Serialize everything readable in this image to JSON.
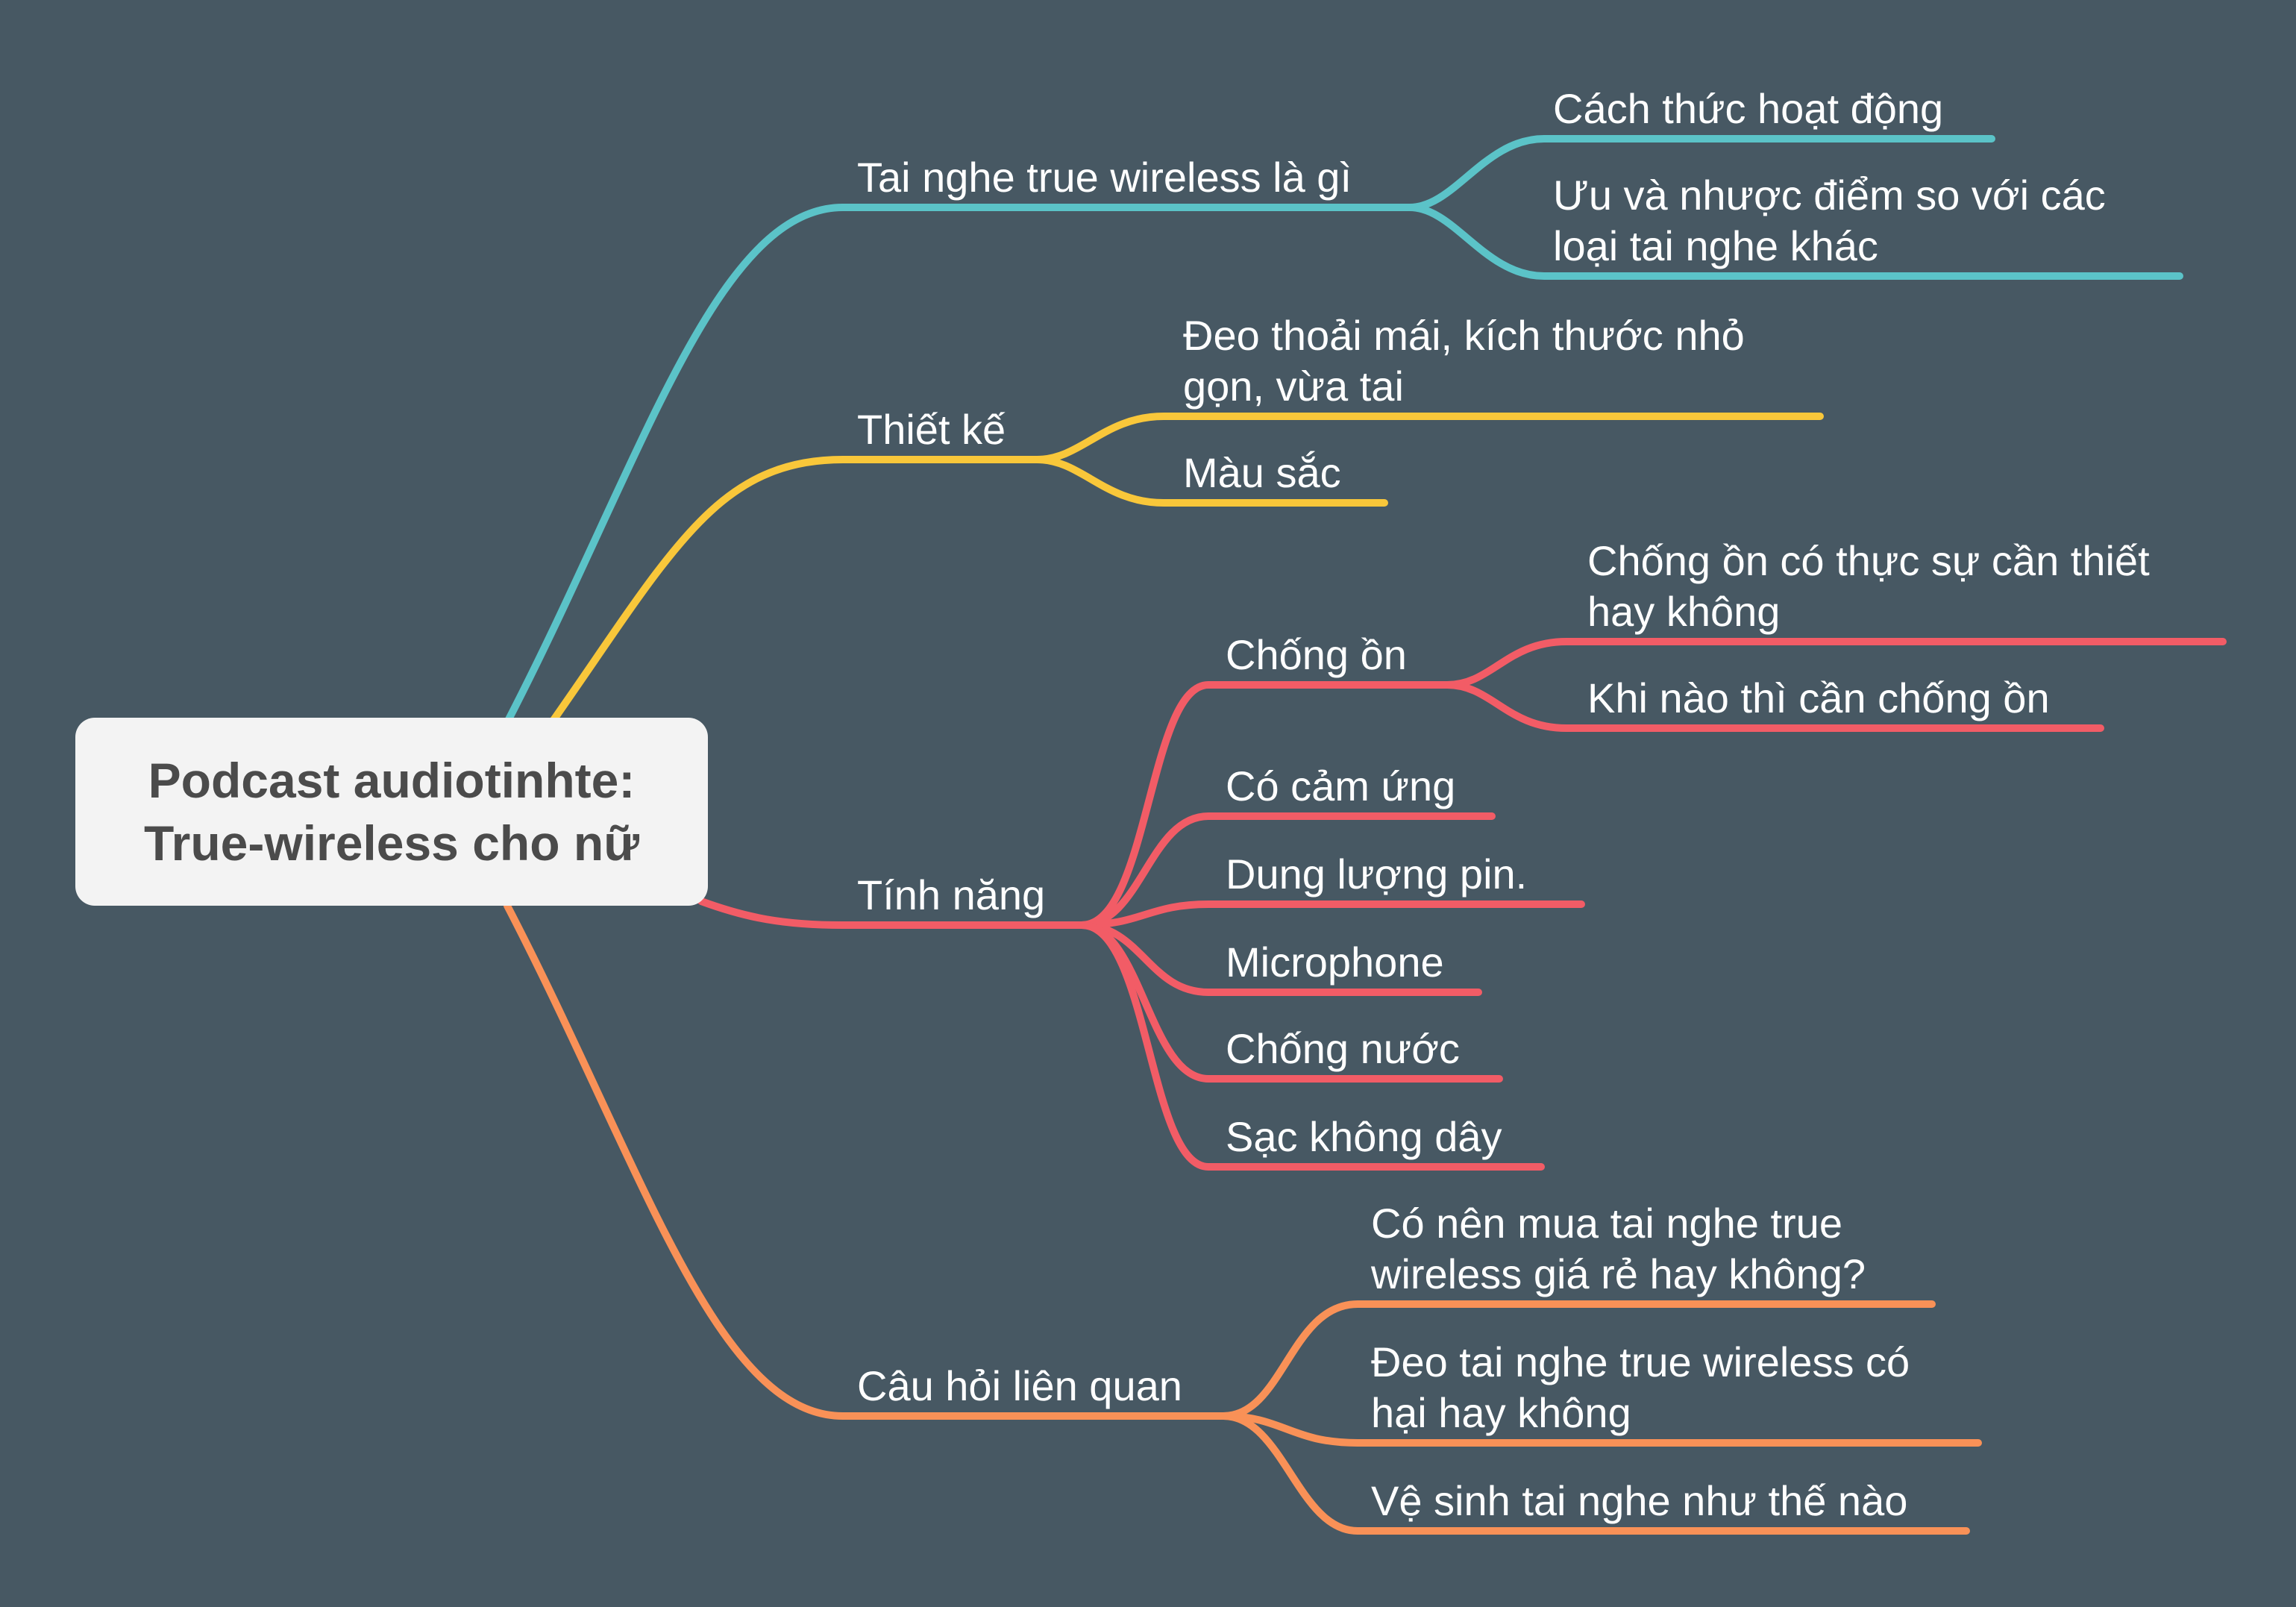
{
  "root": {
    "title_line1": "Podcast audiotinhte:",
    "title_line2": "True-wireless cho nữ"
  },
  "colors": {
    "background": "#475863",
    "root_fill": "#f3f3f3",
    "root_text": "#4b4b4b",
    "branch_teal": "#5bc3c8",
    "branch_yellow": "#f9c73a",
    "branch_red": "#f25c66",
    "branch_orange": "#f99157",
    "label_text": "#ffffff"
  },
  "branches": {
    "definition": {
      "label": "Tai nghe true wireless là gì",
      "children": {
        "how_it_works": "Cách thức hoạt động",
        "pros_cons_line1": "Ưu và nhược điểm so với các",
        "pros_cons_line2": "loại tai nghe khác"
      }
    },
    "design": {
      "label": "Thiết kế",
      "children": {
        "comfort_line1": "Đeo thoải mái, kích thước nhỏ",
        "comfort_line2": "gọn, vừa tai",
        "color": "Màu sắc"
      }
    },
    "features": {
      "label": "Tính năng",
      "noise_cancel": {
        "label": "Chống ồn",
        "children": {
          "necessary_line1": "Chống ồn có thực sự cần thiết",
          "necessary_line2": "hay không",
          "when_needed": "Khi nào thì cần chống ồn"
        }
      },
      "children": {
        "touch": "Có cảm ứng",
        "battery": "Dung lượng pin.",
        "microphone": "Microphone",
        "waterproof": "Chống nước",
        "wireless_charging": "Sạc không dây"
      }
    },
    "questions": {
      "label": "Câu hỏi liên quan",
      "children": {
        "cheap_line1": "Có nên mua tai nghe true",
        "cheap_line2": "wireless giá rẻ hay không?",
        "harmful_line1": "Đeo tai nghe true wireless có",
        "harmful_line2": "hại hay không",
        "cleaning": "Vệ sinh tai nghe như thế nào"
      }
    }
  }
}
